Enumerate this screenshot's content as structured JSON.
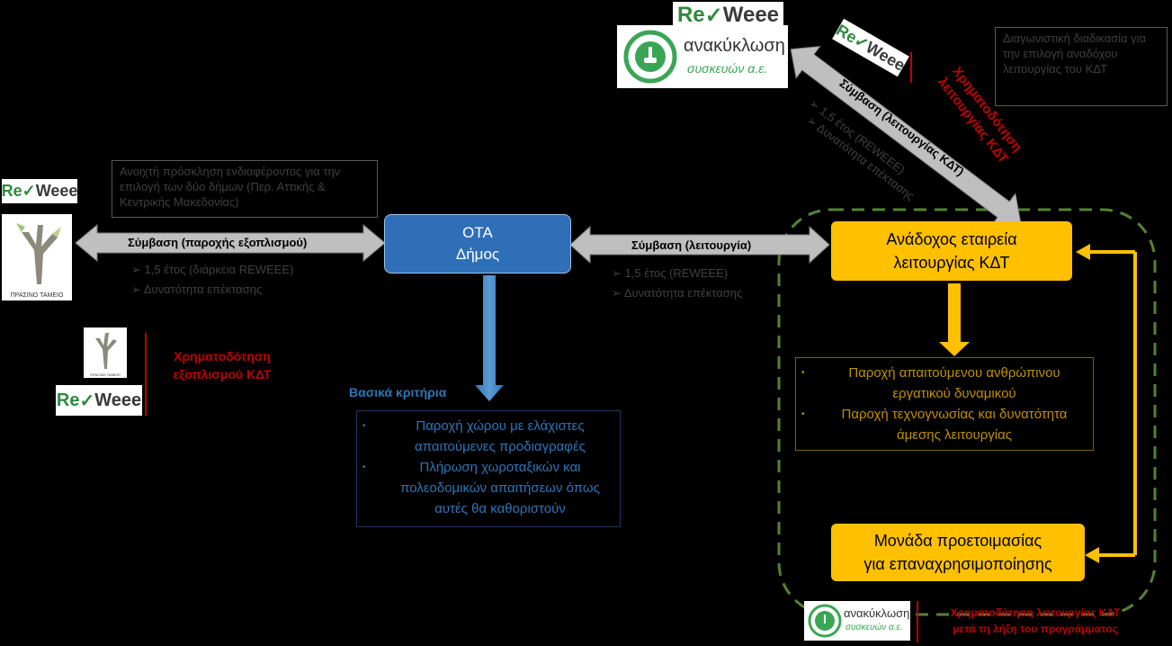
{
  "logos": {
    "reweee_text_re": "Re",
    "reweee_text_weee": "Weee",
    "anakyklosi_line1": "ανακύκλωση",
    "anakyklosi_line2": "συσκευών α.ε.",
    "prasino_tameio": "ΠΡΑΣΙΝΟ ΤΑΜΕΙΟ"
  },
  "notes": {
    "open_call": "Ανοιχτή πρόσκληση ενδιαφέροντος για την επιλογή των δύο δήμων (Περ. Αττικής & Κεντρικής Μακεδονίας)",
    "tender": "Διαγωνιστική διαδικασία για την επιλογή αναδόχου λειτουργίας του ΚΔΤ"
  },
  "arrows": {
    "equipment_contract": "Σύμβαση (παροχής εξοπλισμού)",
    "equipment_bullet1": "1,5 έτος (διάρκεια REWEEE)",
    "equipment_bullet2": "Δυνατότητα επέκτασης",
    "operation_contract": "Σύμβαση (λειτουργία)",
    "operation_bullet1": "1,5 έτος (REWEEE)",
    "operation_bullet2": "Δυνατότητα επέκτασης",
    "diag_contract": "Σύμβαση (λειτουργίας ΚΔΤ)",
    "diag_bullet1": "1,5 έτος (REWEEE)",
    "diag_bullet2": "Δυνατότητα επέκτασης",
    "bullet_marker": "➢"
  },
  "nodes": {
    "ota_line1": "ΟΤΑ",
    "ota_line2": "Δήμος",
    "contractor_line1": "Ανάδοχος εταιρεία",
    "contractor_line2": "λειτουργίας ΚΔΤ",
    "prep_line1": "Μονάδα προετοιμασίας",
    "prep_line2": "για επαναχρησιμοποίησης"
  },
  "funding": {
    "equipment_line1": "Χρηματοδότηση",
    "equipment_line2": "εξοπλισμού ΚΔΤ",
    "operation_line1": "Χρηματοδότηση",
    "operation_line2": "λειτουργίας ΚΔΤ",
    "after_line1": "Χρηματοδότηση λειτουργίας ΚΔΤ",
    "after_line2": "μετά τη λήξη του προγράμματος"
  },
  "criteria": {
    "title": "Βασικά κριτήρια",
    "items": [
      "Παροχή χώρου με ελάχιστες απαιτούμενες προδιαγραφές",
      "Πλήρωση χωροταξικών και πολεοδομικών απαιτήσεων όπως αυτές θα καθοριστούν"
    ]
  },
  "contractor_provides": {
    "items": [
      "Παροχή απαιτούμενου ανθρώπινου εργατικού δυναμικού",
      "Παροχή τεχνογνωσίας και δυνατότητα άμεσης λειτουργίας"
    ]
  },
  "colors": {
    "blue": "#2e6fb7",
    "orange": "#ffc000",
    "red": "#c00000",
    "green_dash": "#548235",
    "grey_arrow": "#bfbfbf"
  }
}
